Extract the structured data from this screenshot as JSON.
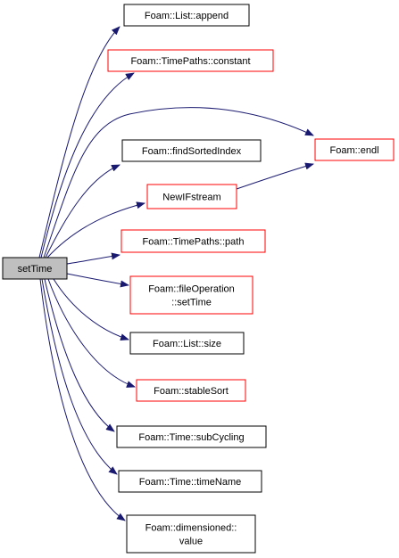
{
  "graph": {
    "root": {
      "label": "setTime",
      "fill": "#bfbfbf",
      "stroke": "#000000"
    },
    "edge_color": "#191970",
    "nodes": [
      {
        "id": "append",
        "lines": [
          "Foam::List::append"
        ],
        "border": "#000000"
      },
      {
        "id": "constant",
        "lines": [
          "Foam::TimePaths::constant"
        ],
        "border": "#ff0000"
      },
      {
        "id": "endl",
        "lines": [
          "Foam::endl"
        ],
        "border": "#ff0000"
      },
      {
        "id": "findSortedIndex",
        "lines": [
          "Foam::findSortedIndex"
        ],
        "border": "#000000"
      },
      {
        "id": "NewIFstream",
        "lines": [
          "NewIFstream"
        ],
        "border": "#ff0000"
      },
      {
        "id": "path",
        "lines": [
          "Foam::TimePaths::path"
        ],
        "border": "#ff0000"
      },
      {
        "id": "setTime",
        "lines": [
          "Foam::fileOperation",
          "::setTime"
        ],
        "border": "#ff0000"
      },
      {
        "id": "size",
        "lines": [
          "Foam::List::size"
        ],
        "border": "#000000"
      },
      {
        "id": "stableSort",
        "lines": [
          "Foam::stableSort"
        ],
        "border": "#ff0000"
      },
      {
        "id": "subCycling",
        "lines": [
          "Foam::Time::subCycling"
        ],
        "border": "#000000"
      },
      {
        "id": "timeName",
        "lines": [
          "Foam::Time::timeName"
        ],
        "border": "#000000"
      },
      {
        "id": "value",
        "lines": [
          "Foam::dimensioned::",
          "value"
        ],
        "border": "#000000"
      }
    ],
    "edges": [
      [
        "root",
        "append"
      ],
      [
        "root",
        "constant"
      ],
      [
        "root",
        "endl"
      ],
      [
        "root",
        "findSortedIndex"
      ],
      [
        "root",
        "NewIFstream"
      ],
      [
        "root",
        "path"
      ],
      [
        "root",
        "setTime"
      ],
      [
        "root",
        "size"
      ],
      [
        "root",
        "stableSort"
      ],
      [
        "root",
        "subCycling"
      ],
      [
        "root",
        "timeName"
      ],
      [
        "root",
        "value"
      ],
      [
        "NewIFstream",
        "endl"
      ]
    ]
  }
}
